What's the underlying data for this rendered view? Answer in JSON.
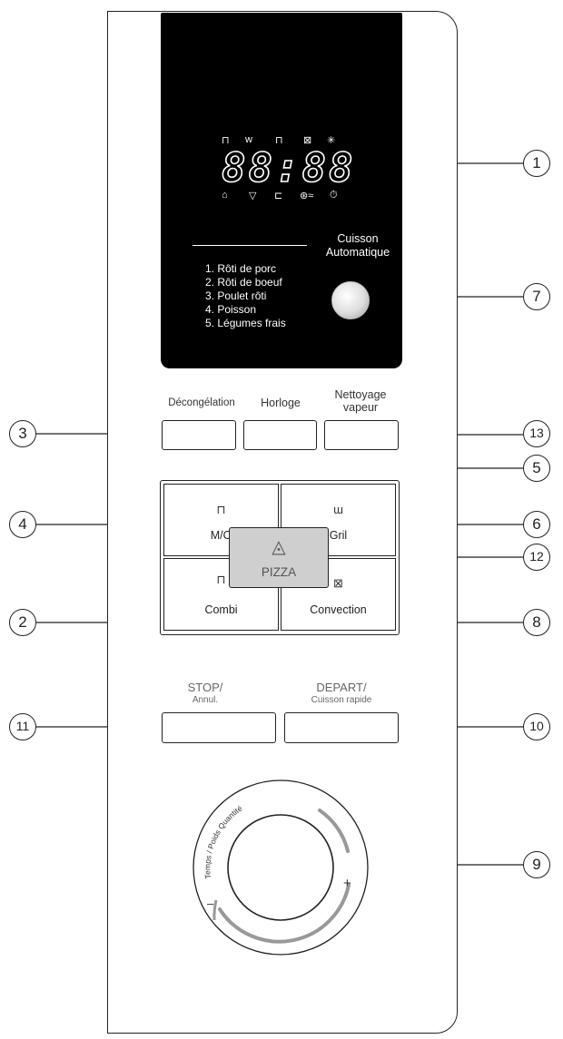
{
  "display": {
    "digits": "88:88",
    "top_icons": [
      "⊓",
      "ᴡ",
      "⊓",
      "⊠",
      "✳"
    ],
    "bottom_icons": [
      "⌂",
      "▽",
      "⊏",
      "⊛≈",
      "⏱"
    ]
  },
  "auto_cook": {
    "title_line1": "Cuisson",
    "title_line2": "Automatique",
    "menu": [
      "1. Rôti de porc",
      "2. Rôti de boeuf",
      "3. Poulet rôti",
      "4. Poisson",
      "5. Légumes frais"
    ]
  },
  "buttons": {
    "defrost": "Décongélation",
    "clock": "Horloge",
    "steam_clean_line1": "Nettoyage",
    "steam_clean_line2": "vapeur",
    "stop_line1": "STOP/",
    "stop_line2": "Annul.",
    "start_line1": "DEPART/",
    "start_line2": "Cuisson  rapide"
  },
  "modes": {
    "microwave": "M/O",
    "grill": "Gril",
    "combi": "Combi",
    "convection": "Convection",
    "pizza": "PIZZA"
  },
  "dial": {
    "arc_text": "Temps / Poids Quantité",
    "minus": "–",
    "plus": "+"
  },
  "callouts": [
    "1",
    "7",
    "3",
    "13",
    "5",
    "4",
    "6",
    "12",
    "2",
    "8",
    "11",
    "10",
    "9"
  ]
}
